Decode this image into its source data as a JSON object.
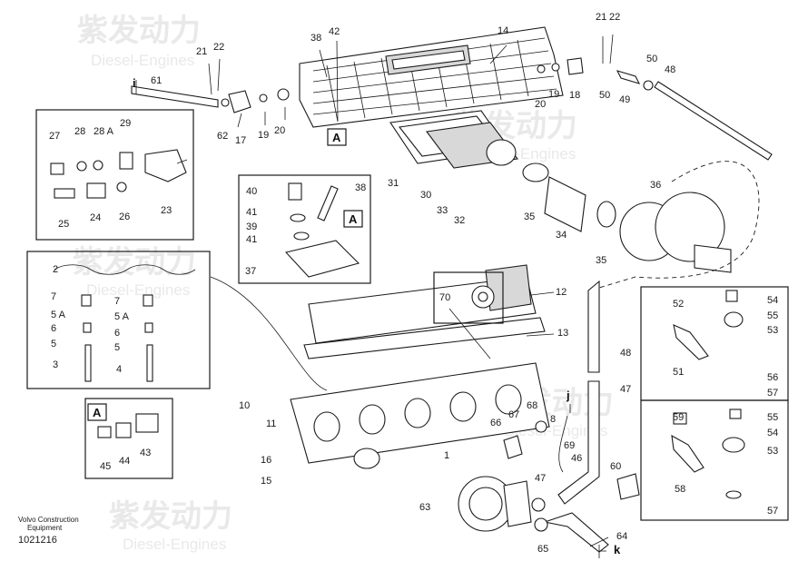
{
  "watermark": {
    "cn": "紫发动力",
    "en": "Diesel-Engines"
  },
  "footer": {
    "maker": "Volvo Construction",
    "maker2": "Equipment",
    "ref": "1021216"
  },
  "callouts": [
    "1",
    "2",
    "3",
    "4",
    "5 A",
    "5 A",
    "5",
    "5",
    "6",
    "6",
    "7",
    "7",
    "8",
    "10",
    "11",
    "12",
    "13",
    "14",
    "15",
    "16",
    "17",
    "18",
    "19",
    "19",
    "20",
    "20",
    "21",
    "21",
    "22",
    "22",
    "23",
    "24",
    "25",
    "26",
    "27",
    "28",
    "28 A",
    "29",
    "30",
    "31",
    "32",
    "33",
    "34",
    "35",
    "35",
    "36",
    "37",
    "38",
    "38",
    "39",
    "40",
    "41",
    "41",
    "42",
    "43",
    "44",
    "45",
    "46",
    "47",
    "47",
    "48",
    "48",
    "49",
    "50",
    "50",
    "51",
    "52",
    "53",
    "53",
    "54",
    "54",
    "55",
    "55",
    "56",
    "57",
    "57",
    "58",
    "59",
    "60",
    "61",
    "62",
    "63",
    "64",
    "65",
    "66",
    "67",
    "68",
    "69",
    "70"
  ],
  "boxed_letters": {
    "a1": "A",
    "a2": "A",
    "a3": "A"
  },
  "flow_marks": {
    "i": "i",
    "j": "j",
    "k": "k"
  }
}
